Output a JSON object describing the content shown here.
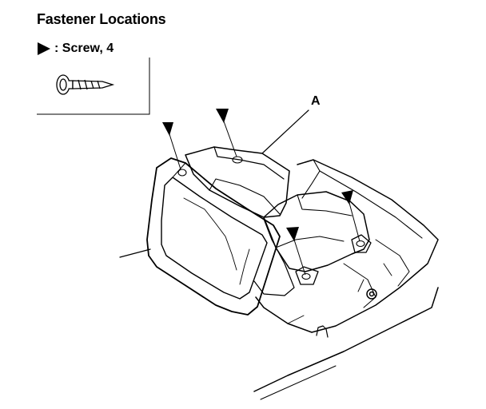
{
  "header": {
    "title": "Fastener Locations"
  },
  "legend": {
    "symbol_icon": "triangle-pointer-icon",
    "label": ": Screw, 4",
    "fastener_icon": "screw-icon"
  },
  "callouts": {
    "a": "A"
  }
}
